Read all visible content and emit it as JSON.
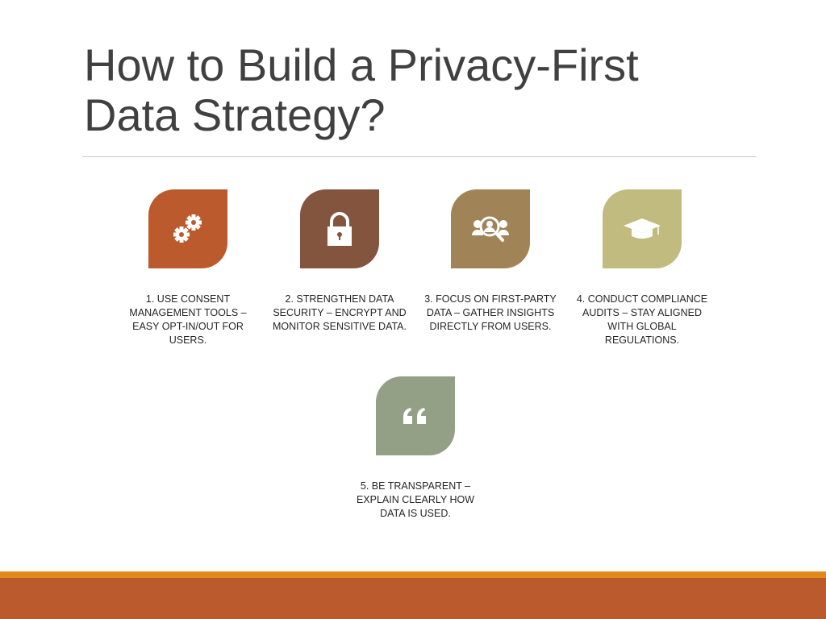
{
  "slide": {
    "title_line1": "How to Build a Privacy-First",
    "title_line2": "Data Strategy?",
    "items": [
      {
        "icon": "gears-icon",
        "color": "#bb5a2c",
        "caption": "1. USE CONSENT MANAGEMENT TOOLS – EASY OPT-IN/OUT FOR USERS."
      },
      {
        "icon": "padlock-icon",
        "color": "#84553e",
        "caption": "2. STRENGTHEN DATA SECURITY – ENCRYPT AND MONITOR SENSITIVE DATA."
      },
      {
        "icon": "user-search-icon",
        "color": "#a08457",
        "caption": "3. FOCUS ON FIRST-PARTY DATA – GATHER INSIGHTS DIRECTLY FROM USERS."
      },
      {
        "icon": "graduation-cap-icon",
        "color": "#c2bb80",
        "caption": "4. CONDUCT COMPLIANCE AUDITS – STAY ALIGNED WITH GLOBAL REGULATIONS."
      },
      {
        "icon": "quote-icon",
        "color": "#93a085",
        "caption": "5. BE TRANSPARENT – EXPLAIN CLEARLY HOW DATA IS USED."
      }
    ]
  }
}
